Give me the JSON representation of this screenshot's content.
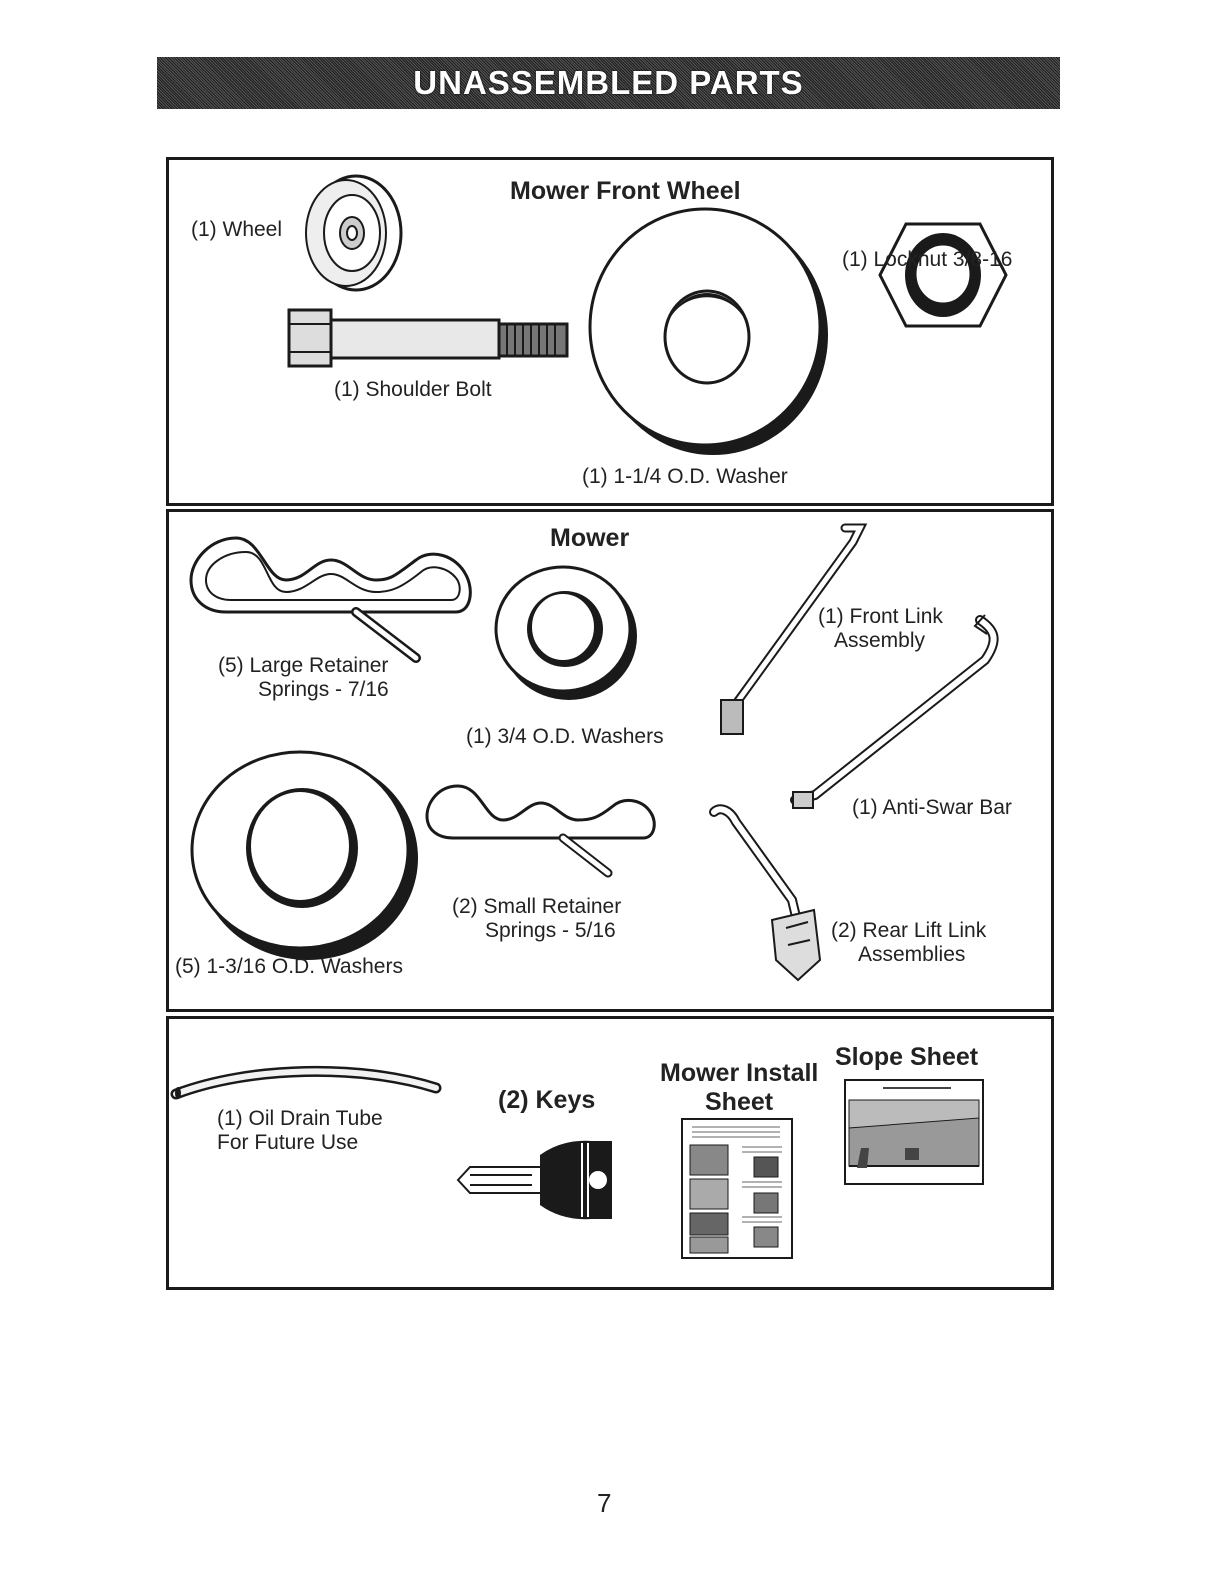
{
  "header": {
    "title": "UNASSEMBLED PARTS"
  },
  "sections": {
    "front_wheel": {
      "title": "Mower Front Wheel",
      "wheel": "(1) Wheel",
      "shoulder_bolt": "(1) Shoulder Bolt",
      "washer": "(1) 1-1/4 O.D. Washer",
      "locknut": "(1) Locknut  3/8-16"
    },
    "mower": {
      "title": "Mower",
      "large_springs_1": "(5)  Large Retainer",
      "large_springs_2": "Springs - 7/16",
      "washer_34": "(1) 3/4 O.D. Washers",
      "front_link_1": "(1) Front Link",
      "front_link_2": "Assembly",
      "anti_sway": "(1) Anti-Swar Bar",
      "washer_1316": "(5) 1-3/16 O.D. Washers",
      "small_springs_1": "(2)  Small Retainer",
      "small_springs_2": "Springs - 5/16",
      "rear_lift_1": "(2) Rear Lift Link",
      "rear_lift_2": "Assemblies"
    },
    "misc": {
      "oil_tube_1": "(1) Oil Drain Tube",
      "oil_tube_2": "For Future Use",
      "keys": "(2) Keys",
      "install_sheet_1": "Mower Install",
      "install_sheet_2": "Sheet",
      "slope_sheet": "Slope Sheet"
    }
  },
  "footer": {
    "page_number": "7"
  }
}
